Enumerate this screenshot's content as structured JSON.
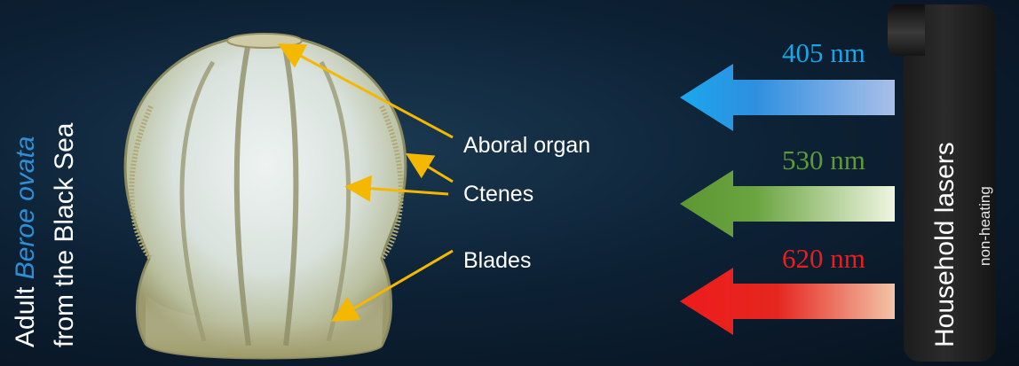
{
  "title": {
    "line1_prefix": "Adult ",
    "line1_species": "Beroe ovata",
    "line2": "from the Black Sea",
    "species_color": "#2f8fd6"
  },
  "labels": {
    "aboral": "Aboral organ",
    "ctenes": "Ctenes",
    "blades": "Blades",
    "arrow_color": "#f4b800"
  },
  "lasers": [
    {
      "wavelength": "405 nm",
      "color": "#18a6e8",
      "fade": "#a9bfe8"
    },
    {
      "wavelength": "530 nm",
      "color": "#5f9b34",
      "fade": "#eef4dd"
    },
    {
      "wavelength": "620 nm",
      "color": "#ee1c1c",
      "fade": "#f3c4a8"
    }
  ],
  "device": {
    "title": "Household lasers",
    "subtitle": "non-heating"
  }
}
